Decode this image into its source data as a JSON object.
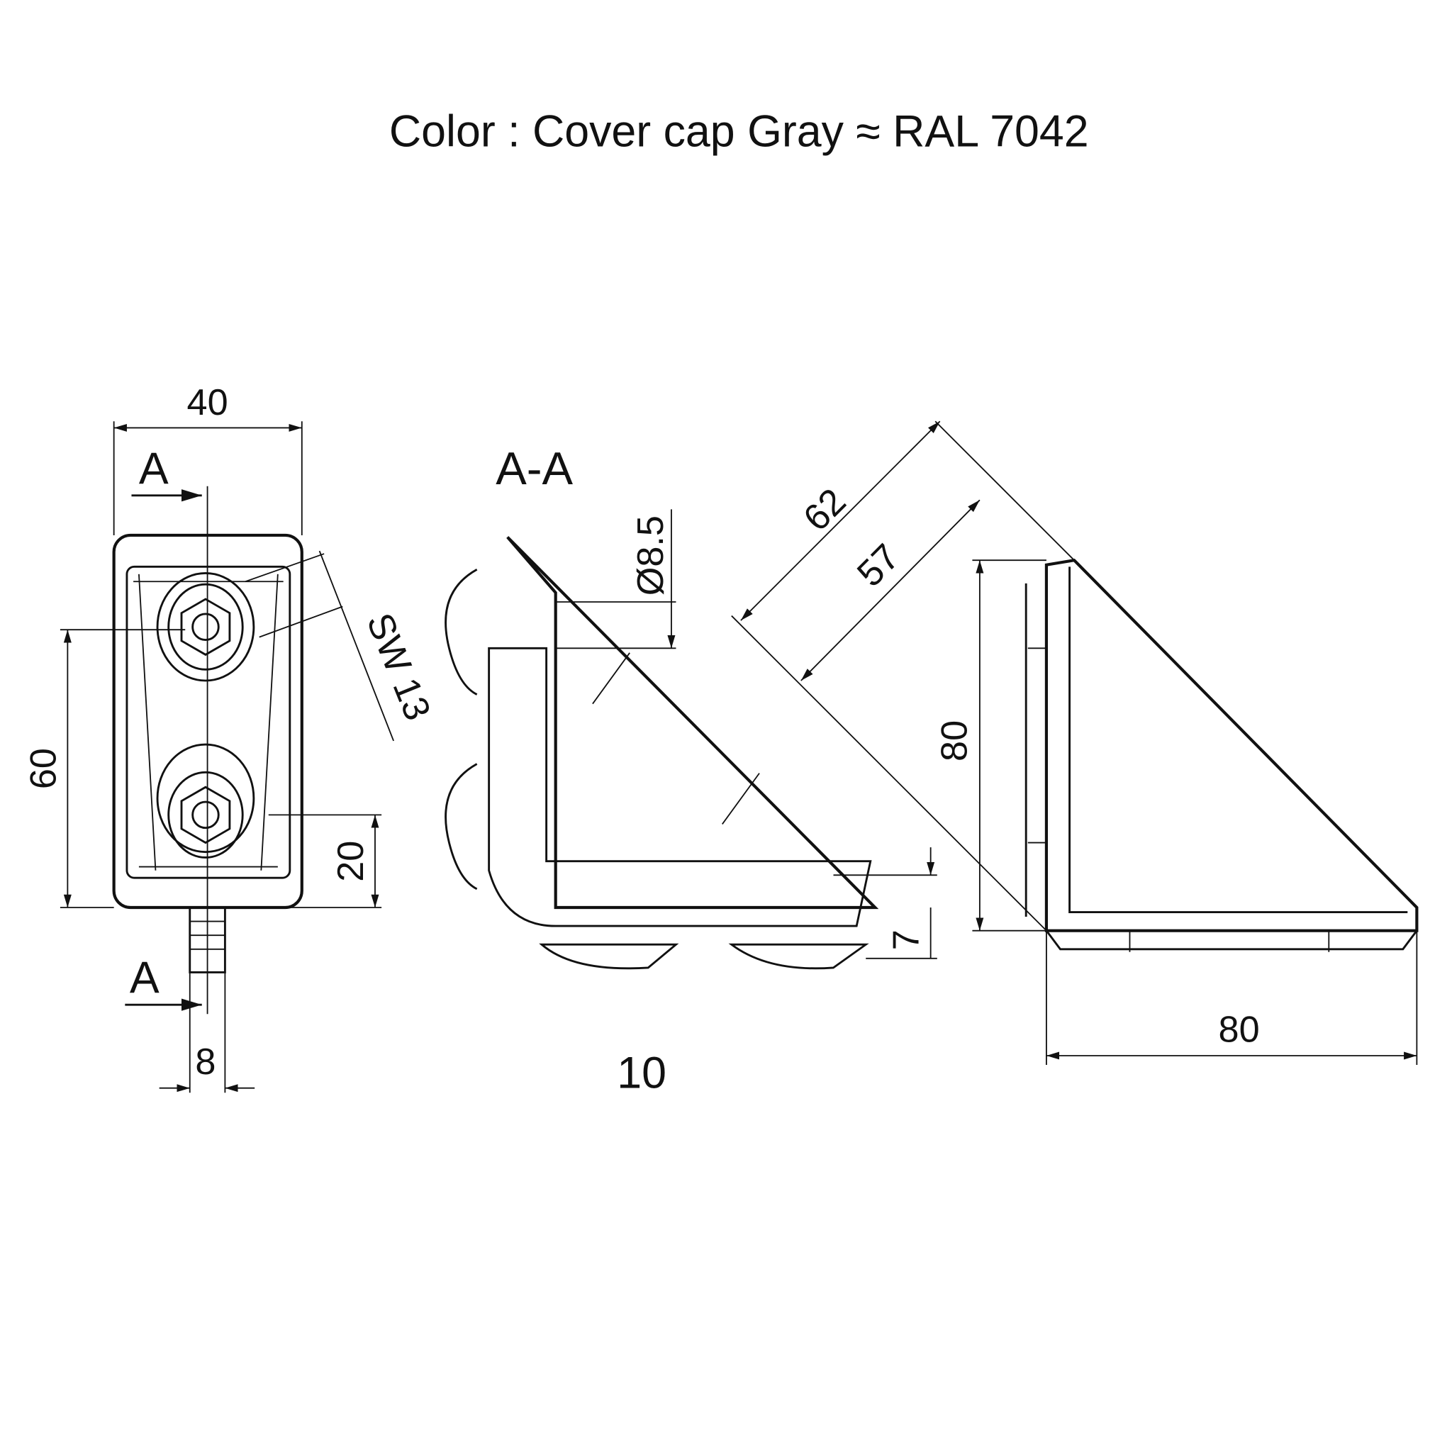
{
  "title": "Color : Cover cap Gray ≈ RAL 7042",
  "front_view": {
    "width_dim": "40",
    "height_dim": "60",
    "bolt_offset_dim": "20",
    "wrench_size_dim": "SW 13",
    "stem_width_dim": "8",
    "section_marker_top": "A",
    "section_marker_bottom": "A"
  },
  "section_view": {
    "label": "A-A",
    "hole_dim": "Ø8.5",
    "thickness_dim": "7",
    "slot_dim": "10"
  },
  "side_view": {
    "hyp_outer_dim": "62",
    "hyp_inner_dim": "57",
    "height_dim": "80",
    "width_dim": "80"
  }
}
